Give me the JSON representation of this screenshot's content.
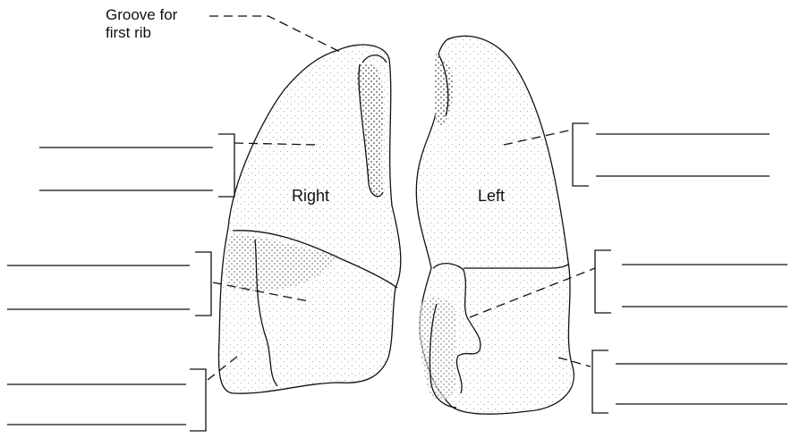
{
  "colors": {
    "ink": "#111111",
    "stipple": "#9a9a9a",
    "paper": "#ffffff"
  },
  "labels": {
    "groove_line1": "Groove for",
    "groove_line2": "first rib",
    "right_lung": "Right",
    "left_lung": "Left"
  },
  "answer_blanks": [
    {
      "side": "left",
      "count": 2
    },
    {
      "side": "left",
      "count": 2
    },
    {
      "side": "left",
      "count": 2
    },
    {
      "side": "right",
      "count": 2
    },
    {
      "side": "right",
      "count": 2
    },
    {
      "side": "right",
      "count": 2
    }
  ]
}
